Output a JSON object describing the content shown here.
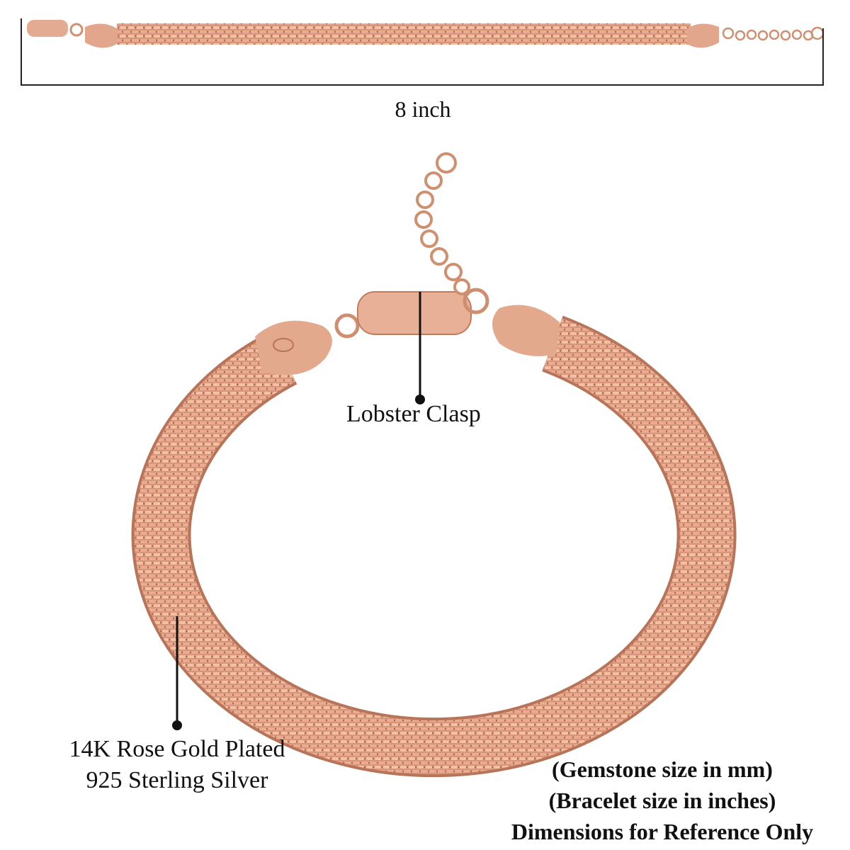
{
  "measurement": {
    "length_label": "8 inch"
  },
  "callouts": {
    "clasp": "Lobster Clasp",
    "metal_line1": "14K Rose Gold Plated",
    "metal_line2": "925 Sterling Silver"
  },
  "notes": [
    "(Gemstone size in mm)",
    "(Bracelet size in inches)",
    "Dimensions for Reference Only"
  ],
  "colors": {
    "metal": "#d99a7e",
    "metal_dark": "#b86f52",
    "ink": "#111111"
  }
}
